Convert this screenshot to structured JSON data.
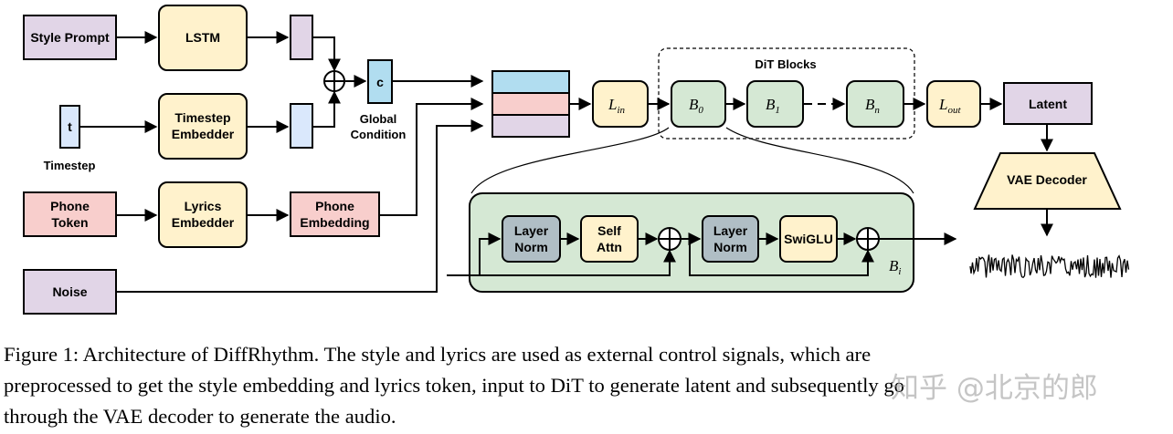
{
  "diagram": {
    "inputs": {
      "style_prompt": "Style Prompt",
      "timestep_symbol": "t",
      "timestep": "Timestep",
      "phone_token": [
        "Phone",
        "Token"
      ],
      "noise": "Noise"
    },
    "encoders": {
      "lstm": "LSTM",
      "timestep_embedder": [
        "Timestep",
        "Embedder"
      ],
      "lyrics_embedder": [
        "Lyrics",
        "Embedder"
      ],
      "phone_embedding": [
        "Phone",
        "Embedding"
      ]
    },
    "condition": {
      "symbol": "c",
      "label": [
        "Global",
        "Condition"
      ]
    },
    "dit": {
      "group_label": "DiT Blocks",
      "lin": {
        "main": "L",
        "sub": "in"
      },
      "b0": {
        "main": "B",
        "sub": "0"
      },
      "b1": {
        "main": "B",
        "sub": "1"
      },
      "bn": {
        "main": "B",
        "sub": "n"
      },
      "lout": {
        "main": "L",
        "sub": "out"
      }
    },
    "output": {
      "latent": "Latent",
      "vae_decoder": "VAE Decoder"
    },
    "block_detail": {
      "layer_norm": [
        "Layer",
        "Norm"
      ],
      "self_attn": [
        "Self",
        "Attn"
      ],
      "swiglu": "SwiGLU",
      "bi": {
        "main": "B",
        "sub": "i"
      }
    }
  },
  "caption": [
    "Figure 1:  Architecture of DiffRhythm.  The style and lyrics are used as external control signals, which are",
    "preprocessed to get the style embedding and lyrics token, input to DiT to generate latent and subsequently go",
    "through the VAE decoder to generate the audio."
  ],
  "watermark": "知乎 @北京的郎",
  "colors": {
    "purple": "#e1d5e7",
    "yellow": "#fff2cc",
    "blue": "#dae8fc",
    "pink": "#f8cecc",
    "green": "#d5e8d4",
    "gray_blue": "#b0bec5",
    "cyan": "#b1ddf0"
  }
}
